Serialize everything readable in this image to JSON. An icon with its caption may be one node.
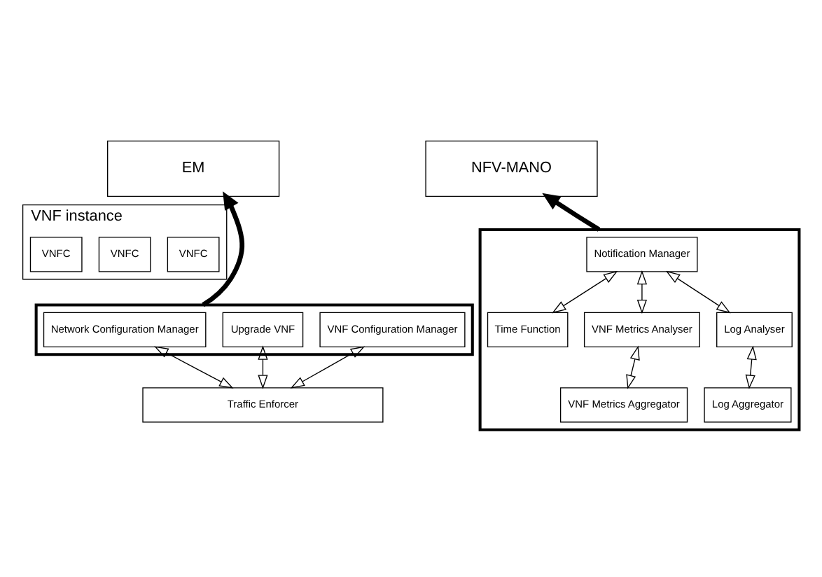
{
  "diagram": {
    "nodes": [
      {
        "text": [
          "EM"
        ]
      },
      {
        "text": [
          "NFV-MANO"
        ]
      },
      {
        "text": [
          "VNF instance"
        ]
      },
      {
        "text": [
          "VNFC"
        ],
        "in": 2
      },
      {
        "text": [
          "VNFC"
        ],
        "in": 2
      },
      {
        "text": [
          "VNFC"
        ],
        "in": 2
      },
      {
        "text": [],
        "shape": "box"
      },
      {
        "text": [
          "Network Configuration Manager"
        ],
        "in": 6
      },
      {
        "text": [
          "Upgrade VNF"
        ],
        "in": 6
      },
      {
        "text": [
          "VNF Configuration Manager"
        ],
        "in": 6
      },
      {
        "text": [],
        "shape": "box"
      },
      {
        "text": [
          "Notification Manager"
        ],
        "in": 10
      },
      {
        "text": [
          "Time Function"
        ],
        "in": 10
      },
      {
        "text": [
          "VNF Metrics Analyser"
        ],
        "in": 10
      },
      {
        "text": [
          "Log Analyser"
        ],
        "in": 10
      },
      {
        "text": [
          "VNF Metrics Aggregator"
        ],
        "in": 10
      },
      {
        "text": [
          "Log Aggregator"
        ],
        "in": 10
      },
      {
        "text": [
          "Traffic Enforcer"
        ]
      }
    ],
    "edges": [
      {
        "from": 6,
        "to": 0,
        "arrow": "to",
        "style": "thick"
      },
      {
        "from": 10,
        "to": 1,
        "arrow": "to",
        "style": "thick"
      },
      {
        "from": 7,
        "to": 17,
        "arrow": "both"
      },
      {
        "from": 8,
        "to": 17,
        "arrow": "both"
      },
      {
        "from": 9,
        "to": 17,
        "arrow": "both"
      },
      {
        "from": 11,
        "to": 12,
        "arrow": "both"
      },
      {
        "from": 11,
        "to": 13,
        "arrow": "both"
      },
      {
        "from": 11,
        "to": 14,
        "arrow": "both"
      },
      {
        "from": 13,
        "to": 15,
        "arrow": "both"
      },
      {
        "from": 14,
        "to": 16,
        "arrow": "both"
      }
    ]
  }
}
